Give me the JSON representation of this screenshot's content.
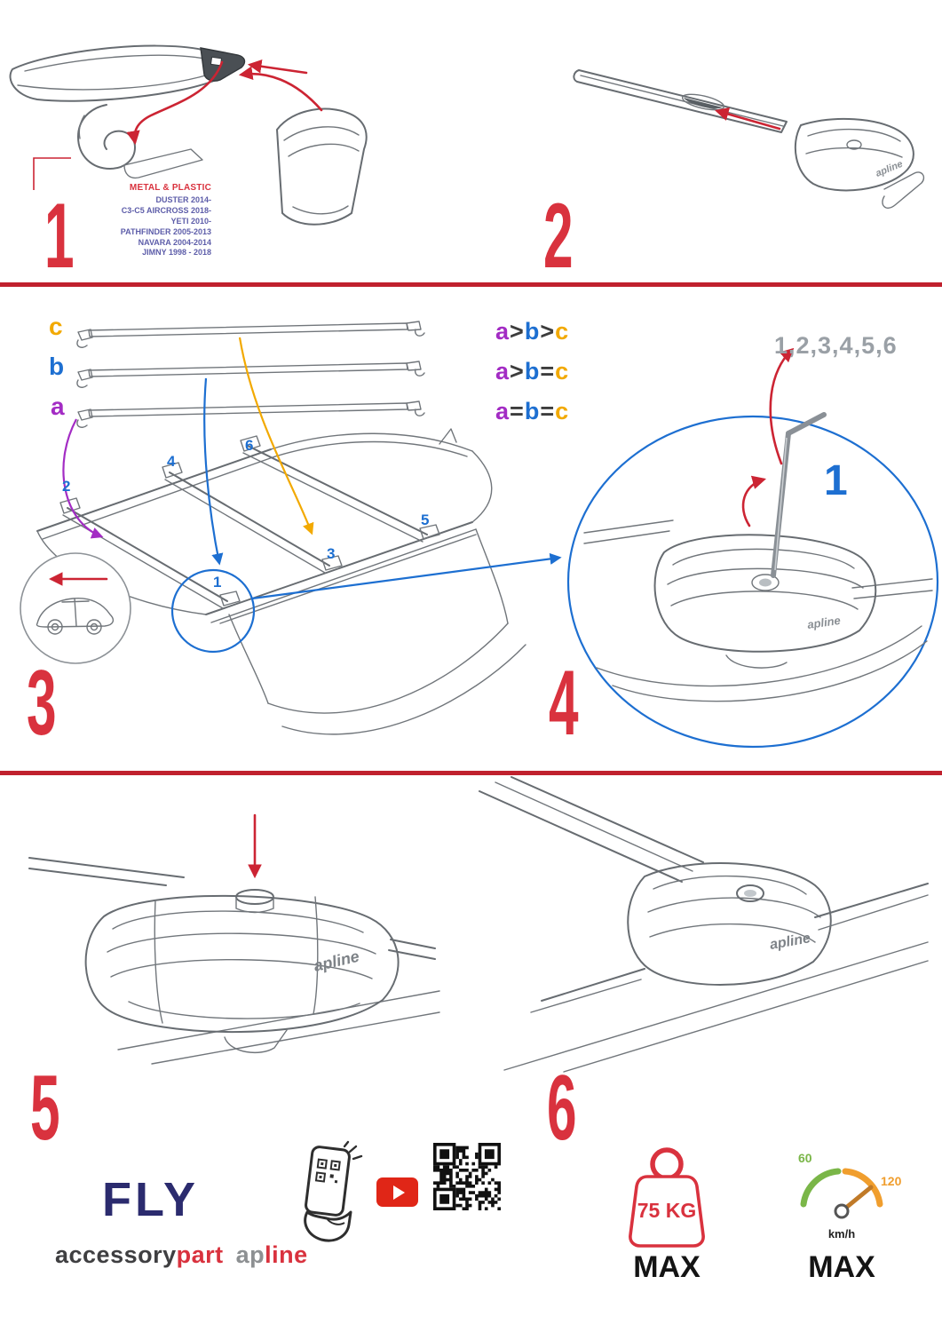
{
  "colors": {
    "accent_red": "#d9323e",
    "blue": "#1d6fd1",
    "purple": "#a32cc4",
    "orange": "#f2a900",
    "green": "#7ab648",
    "navy": "#2b2b6e",
    "gray": "#9aa0a6"
  },
  "panel1": {
    "number": "1",
    "material_label": "METAL & PLASTIC",
    "models": [
      "DUSTER 2014-",
      "C3-C5 AIRCROSS 2018-",
      "YETI 2010-",
      "PATHFINDER 2005-2013",
      "NAVARA 2004-2014",
      "JIMNY 1998 - 2018"
    ]
  },
  "panel2": {
    "number": "2",
    "part_logo": "apline"
  },
  "panel3": {
    "number": "3",
    "bar_labels": {
      "a": "a",
      "b": "b",
      "c": "c"
    },
    "legend_rows": [
      [
        "a",
        ">",
        "b",
        ">",
        "c"
      ],
      [
        "a",
        ">",
        "b",
        "=",
        "c"
      ],
      [
        "a",
        "=",
        "b",
        "=",
        "c"
      ]
    ],
    "roof_positions": [
      "1",
      "2",
      "3",
      "4",
      "5",
      "6"
    ]
  },
  "panel4": {
    "number": "4",
    "sequence_label": "1,2,3,4,5,6",
    "step_highlight": "1",
    "part_logo": "apline"
  },
  "panel5": {
    "number": "5",
    "part_logo": "apline"
  },
  "panel6": {
    "number": "6",
    "part_logo": "apline"
  },
  "footer": {
    "brand_fly": "FLY",
    "brand_accessory": "accessory",
    "brand_part": "part",
    "brand_ap": "ap",
    "brand_line": "line",
    "weight": {
      "value": "75 KG",
      "max": "MAX"
    },
    "speed": {
      "low": "60",
      "high": "120",
      "unit": "km/h",
      "max": "MAX"
    }
  }
}
